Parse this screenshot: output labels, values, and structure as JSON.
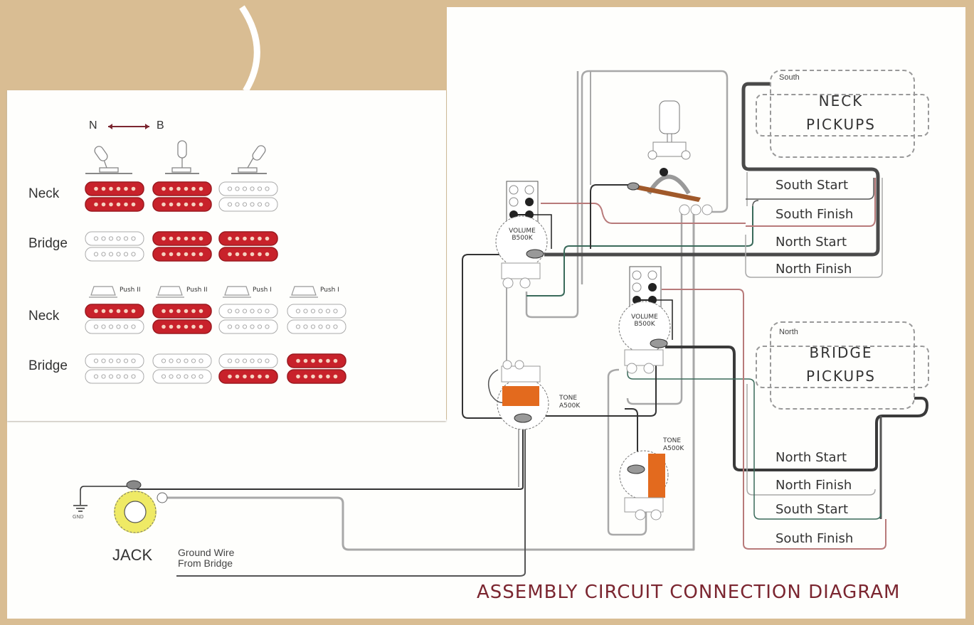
{
  "title": "ASSEMBLY CIRCUIT CONNECTION DIAGRAM",
  "colors": {
    "background": "#d9bd93",
    "panel": "#fefefc",
    "pickup_active": "#c8222b",
    "capacitor": "#e36a1e",
    "title_text": "#7b2630",
    "jack": "#ece64a",
    "wire_dark": "#333333",
    "wire_gray": "#a8a8a8",
    "wire_red": "#b87a7a",
    "wire_green": "#3a6a5a"
  },
  "switch_chart": {
    "direction": {
      "left": "N",
      "right": "B",
      "icon": "double-arrow-icon"
    },
    "three_way": {
      "positions": [
        "neck",
        "middle",
        "bridge"
      ],
      "rows": [
        {
          "label": "Neck",
          "states": [
            [
              "on",
              "on"
            ],
            [
              "on",
              "on"
            ],
            [
              "off",
              "off"
            ]
          ]
        },
        {
          "label": "Bridge",
          "states": [
            [
              "off",
              "off"
            ],
            [
              "on",
              "on"
            ],
            [
              "on",
              "on"
            ]
          ]
        }
      ]
    },
    "push_pull": {
      "knob_labels": [
        "Push II",
        "Push II",
        "Push I",
        "Push I"
      ],
      "rows": [
        {
          "label": "Neck",
          "states": [
            [
              "on",
              "off"
            ],
            [
              "on",
              "on"
            ],
            [
              "off",
              "off"
            ],
            [
              "off",
              "off"
            ]
          ]
        },
        {
          "label": "Bridge",
          "states": [
            [
              "off",
              "off"
            ],
            [
              "off",
              "off"
            ],
            [
              "off",
              "on"
            ],
            [
              "on",
              "on"
            ]
          ]
        }
      ]
    }
  },
  "components": {
    "volume_1": {
      "label_line1": "VOLUME",
      "label_line2": "B500K"
    },
    "volume_2": {
      "label_line1": "VOLUME",
      "label_line2": "B500K"
    },
    "tone_1": {
      "label_line1": "TONE",
      "label_line2": "A500K"
    },
    "tone_2": {
      "label_line1": "TONE",
      "label_line2": "A500K"
    },
    "jack": {
      "label": "JACK"
    },
    "ground": {
      "label": "GND"
    },
    "ground_wire": {
      "line1": "Ground Wire",
      "line2": "From Bridge"
    }
  },
  "neck_pickup": {
    "title_line1": "NECK",
    "title_line2": "PICKUPS",
    "pole": "South",
    "wires": [
      "South Start",
      "South Finish",
      "North Start",
      "North Finish"
    ]
  },
  "bridge_pickup": {
    "title_line1": "BRIDGE",
    "title_line2": "PICKUPS",
    "pole": "North",
    "wires": [
      "North Start",
      "North Finish",
      "South Start",
      "South Finish"
    ]
  }
}
